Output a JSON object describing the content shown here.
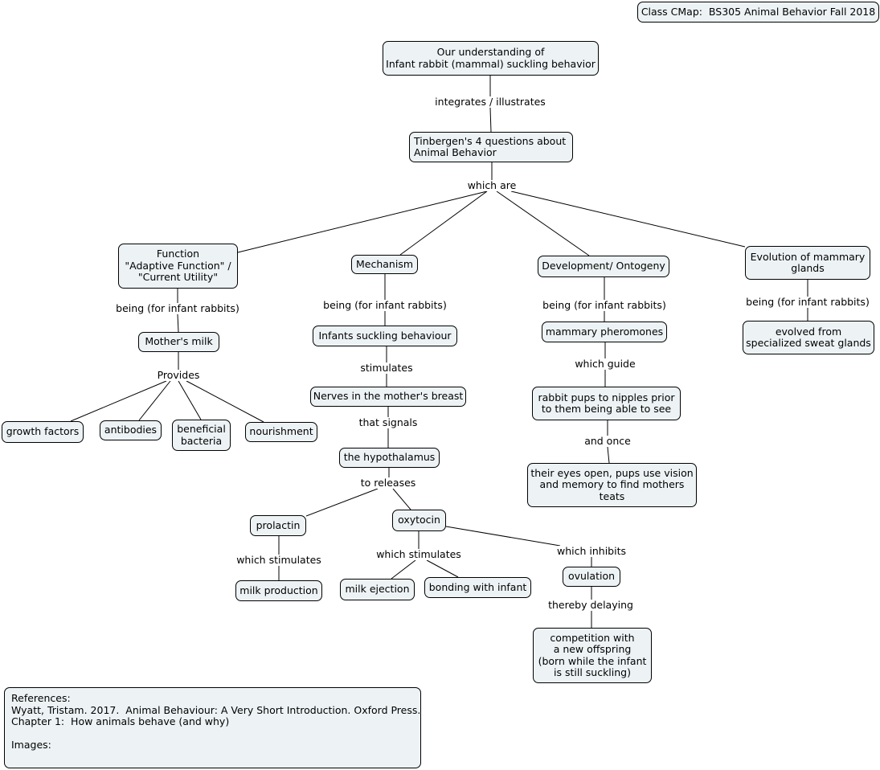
{
  "class_title": "Class CMap:  BS305 Animal Behavior Fall 2018",
  "nodes": {
    "root": [
      "Our understanding of",
      "Infant rabbit (mammal) suckling behavior"
    ],
    "tinbergen": [
      "Tinbergen's 4 questions about",
      "Animal Behavior"
    ],
    "function": [
      "Function",
      "\"Adaptive Function\" /",
      "\"Current Utility\""
    ],
    "mechanism": [
      "Mechanism"
    ],
    "development": [
      "Development/ Ontogeny"
    ],
    "evolution": [
      "Evolution of mammary",
      "glands"
    ],
    "mothers_milk": [
      "Mother's milk"
    ],
    "growth_factors": [
      "growth factors"
    ],
    "antibodies": [
      "antibodies"
    ],
    "beneficial_bacteria": [
      "beneficial",
      "bacteria"
    ],
    "nourishment": [
      "nourishment"
    ],
    "infants_suckling": [
      "Infants suckling behaviour"
    ],
    "nerves": [
      "Nerves in the mother's breast"
    ],
    "hypothalamus": [
      "the hypothalamus"
    ],
    "prolactin": [
      "prolactin"
    ],
    "oxytocin": [
      "oxytocin"
    ],
    "milk_production": [
      "milk production"
    ],
    "milk_ejection": [
      "milk ejection"
    ],
    "bonding": [
      "bonding with infant"
    ],
    "ovulation": [
      "ovulation"
    ],
    "competition": [
      "competition with",
      "a new offspring",
      "(born while the infant",
      "is still suckling)"
    ],
    "mammary_pheromones": [
      "mammary pheromones"
    ],
    "rabbit_pups": [
      "rabbit pups to nipples prior",
      "to them being able to see"
    ],
    "eyes_open": [
      "their eyes open, pups use vision",
      "and memory to find mothers",
      "teats"
    ],
    "sweat_glands": [
      "evolved from",
      "specialized sweat glands"
    ]
  },
  "linking_phrases": {
    "integrates": "integrates / illustrates",
    "which_are": "which are",
    "being_function": "being (for infant rabbits)",
    "being_mechanism": "being (for infant rabbits)",
    "being_development": "being (for infant rabbits)",
    "being_evolution": "being (for infant rabbits)",
    "provides": "Provides",
    "stimulates": "stimulates",
    "that_signals": "that signals",
    "to_releases": "to releases",
    "which_stimulates_prolactin": "which stimulates",
    "which_stimulates_oxytocin": "which stimulates",
    "which_inhibits": "which inhibits",
    "thereby_delaying": "thereby delaying",
    "which_guide": "which guide",
    "and_once": "and once"
  },
  "references": [
    "References:",
    "Wyatt, Tristam. 2017.  Animal Behaviour: A Very Short Introduction. Oxford Press.",
    "Chapter 1:  How animals behave (and why)",
    "",
    "Images:"
  ]
}
